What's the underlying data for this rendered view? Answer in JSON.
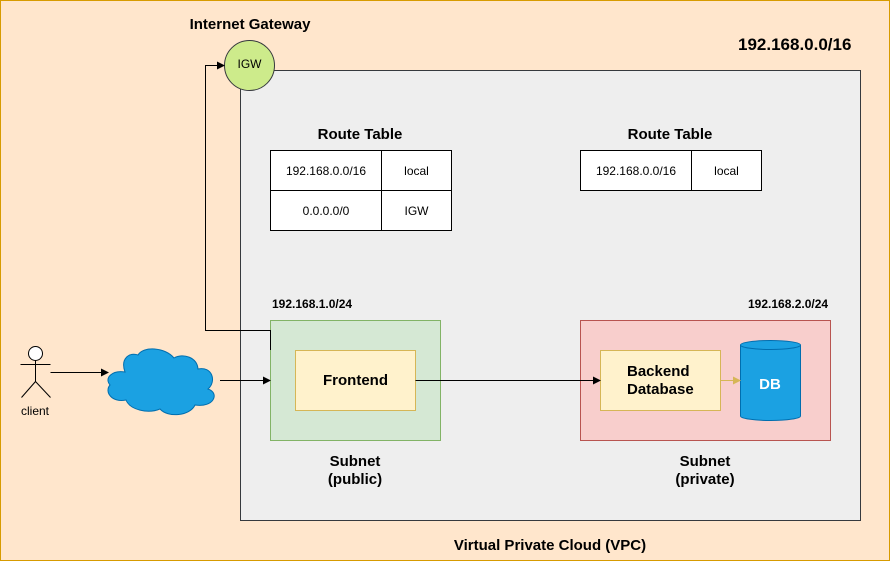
{
  "vpc": {
    "cidr": "192.168.0.0/16",
    "label": "Virtual Private Cloud (VPC)"
  },
  "igw": {
    "title": "Internet Gateway",
    "short": "IGW"
  },
  "route_tables": [
    {
      "title": "Route Table",
      "rows": [
        {
          "dest": "192.168.0.0/16",
          "target": "local"
        },
        {
          "dest": "0.0.0.0/0",
          "target": "IGW"
        }
      ]
    },
    {
      "title": "Route Table",
      "rows": [
        {
          "dest": "192.168.0.0/16",
          "target": "local"
        }
      ]
    }
  ],
  "subnets": [
    {
      "cidr": "192.168.1.0/24",
      "line1": "Subnet",
      "line2": "(public)",
      "box": "Frontend"
    },
    {
      "cidr": "192.168.2.0/24",
      "line1": "Subnet",
      "line2": "(private)",
      "box1": "Backend",
      "box2": "Database",
      "db": "DB"
    }
  ],
  "client": {
    "label": "client"
  },
  "colors": {
    "background": "#ffe6cc",
    "background_border": "#d79b00",
    "vpc_fill": "#eeeeee",
    "igw_fill": "#cdeb8b",
    "public_fill": "#d5e8d4",
    "public_border": "#82b366",
    "private_fill": "#f8cecc",
    "private_border": "#b85450",
    "box_fill": "#fff2cc",
    "box_border": "#d6b656",
    "cloud_fill": "#1ba1e2",
    "db_fill": "#1ba1e2"
  }
}
